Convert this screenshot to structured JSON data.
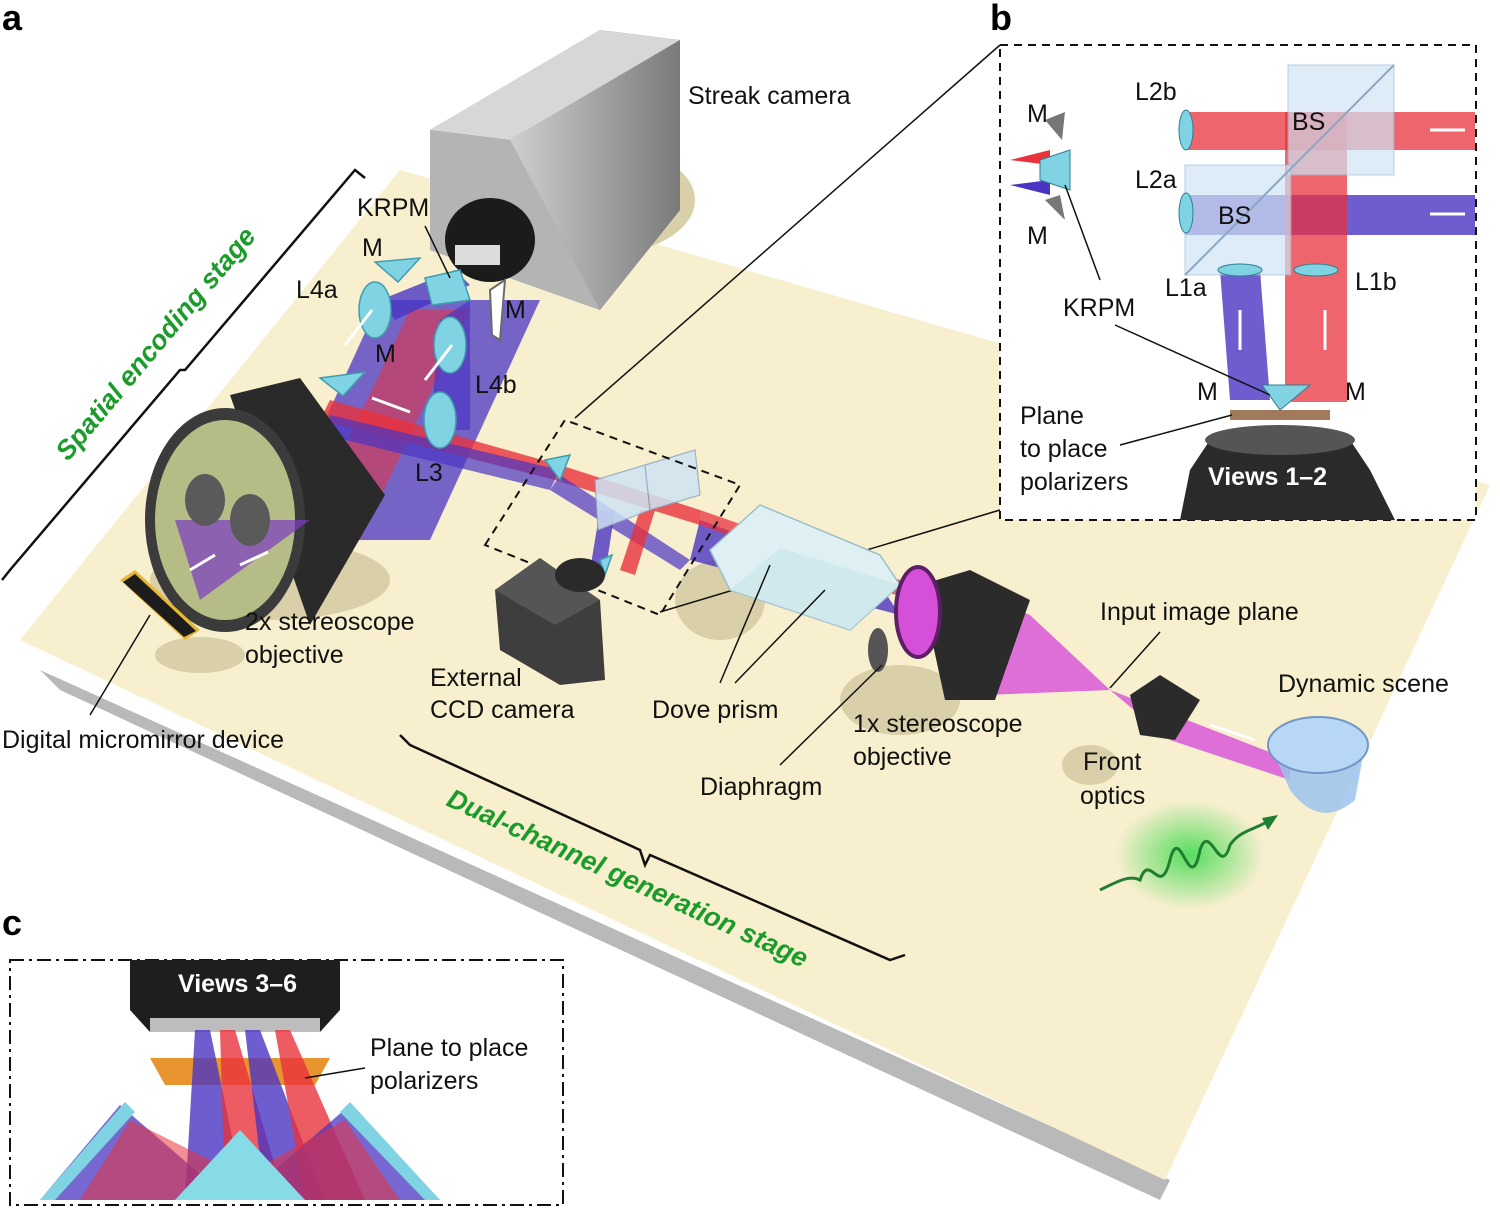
{
  "panels": {
    "a": "a",
    "b": "b",
    "c": "c"
  },
  "stages": {
    "spatial": "Spatial encoding stage",
    "dual": "Dual-channel generation stage"
  },
  "labels": {
    "streak_camera": "Streak camera",
    "krpm": "KRPM",
    "m": "M",
    "l4a": "L4a",
    "l4b": "L4b",
    "l3": "L3",
    "stereo2x_1": "2x stereoscope",
    "stereo2x_2": "objective",
    "dmd": "Digital micromirror device",
    "ccd_1": "External",
    "ccd_2": "CCD camera",
    "dove": "Dove prism",
    "diaphragm": "Diaphragm",
    "stereo1x_1": "1x stereoscope",
    "stereo1x_2": "objective",
    "input_plane": "Input image plane",
    "dynamic_scene": "Dynamic scene",
    "front_1": "Front",
    "front_2": "optics"
  },
  "inset_b": {
    "l2b": "L2b",
    "l2a": "L2a",
    "l1a": "L1a",
    "l1b": "L1b",
    "bs": "BS",
    "m": "M",
    "krpm": "KRPM",
    "plane_1": "Plane",
    "plane_2": "to place",
    "plane_3": "polarizers",
    "views": "Views 1–2"
  },
  "inset_c": {
    "views": "Views 3–6",
    "plane_1": "Plane to place",
    "plane_2": "polarizers"
  },
  "colors": {
    "table": "#f8efcf",
    "red_beam": "#e8323c",
    "blue_beam": "#4a35c2",
    "magenta_beam": "#d64fd8",
    "optic": "#7fd3e3",
    "stage_green": "#1a9b2a"
  }
}
